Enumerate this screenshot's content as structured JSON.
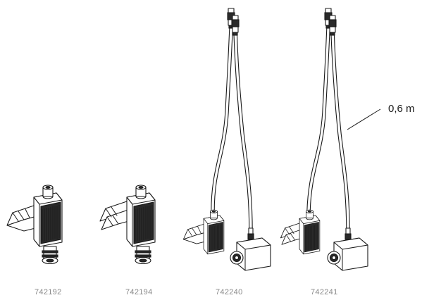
{
  "products": [
    {
      "id": "742192"
    },
    {
      "id": "742194"
    },
    {
      "id": "742240"
    },
    {
      "id": "742241"
    }
  ],
  "cable_length_label": "0,6 m"
}
